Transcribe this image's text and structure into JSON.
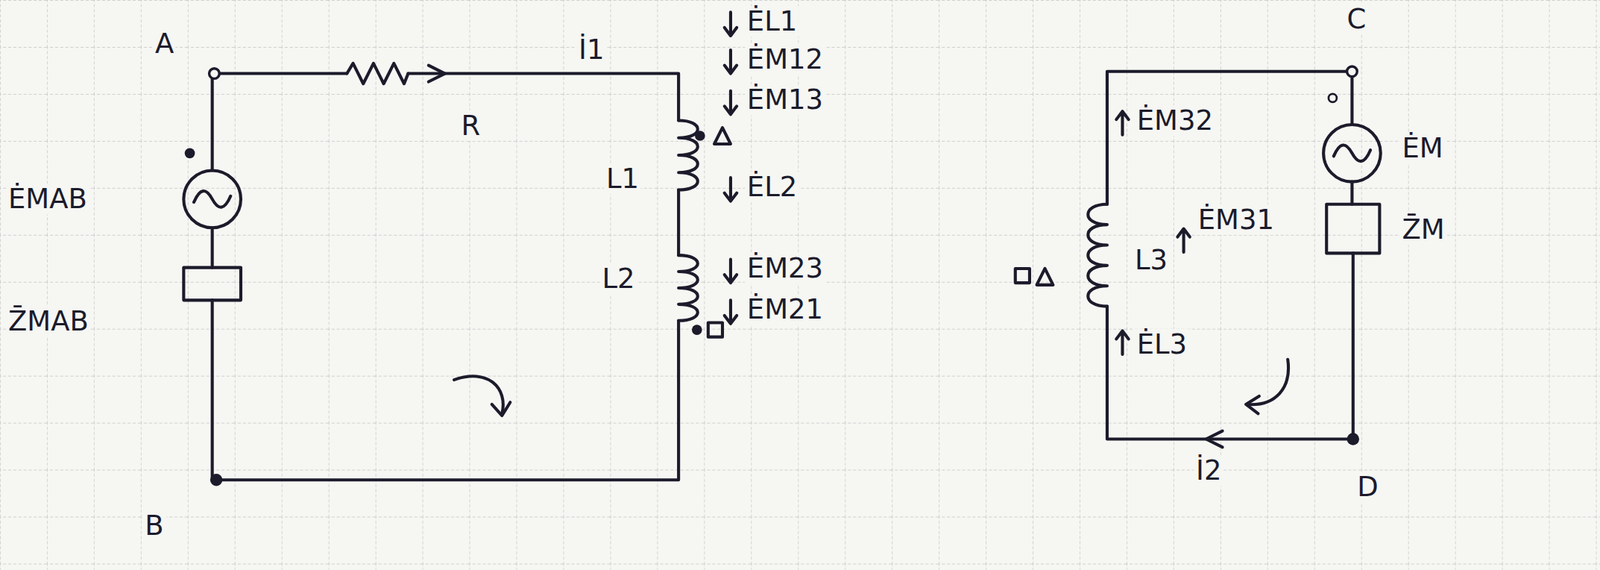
{
  "diagram": {
    "labels": [
      "A",
      "R",
      "İ1",
      "ĖL1",
      "ĖM12",
      "ĖM13",
      "L1",
      "ĖMAB",
      "L2",
      "ĖL2",
      "Z̄MAB",
      "ĖM23",
      "ĖM21",
      "B",
      "C",
      "ĖM32",
      "ĖM",
      "ĖM31",
      "L3",
      "Z̄M",
      "ĖL3",
      "D",
      "İ2"
    ]
  }
}
